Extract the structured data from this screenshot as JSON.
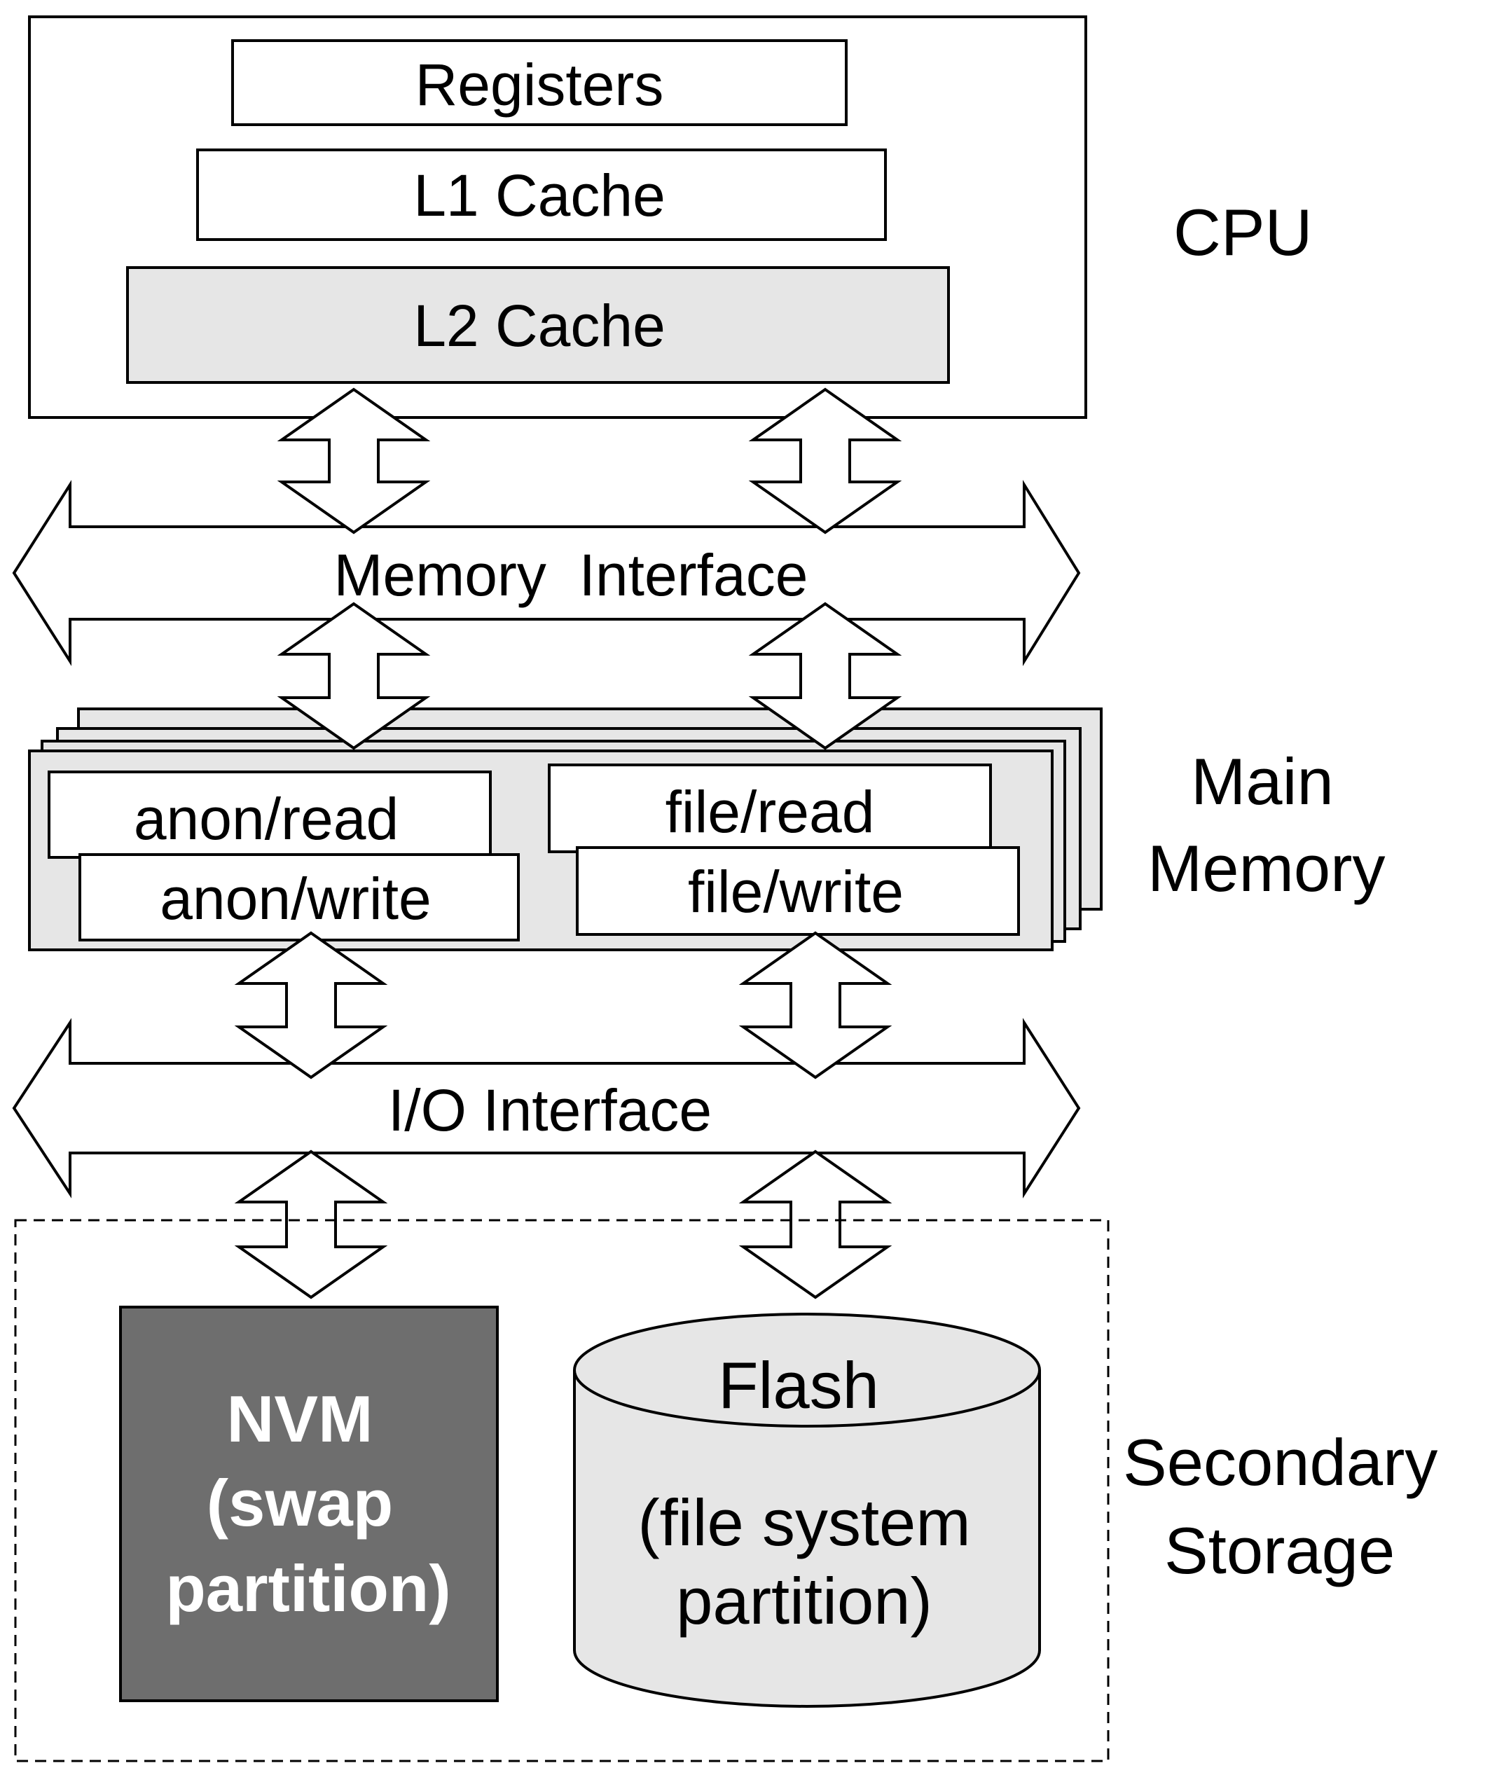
{
  "cpu": {
    "label": "CPU",
    "registers": "Registers",
    "l1": "L1 Cache",
    "l2": "L2 Cache"
  },
  "memory_interface": {
    "label": "Memory  Interface"
  },
  "main_memory": {
    "label_line1": "Main",
    "label_line2": "Memory",
    "anon_read": "anon/read",
    "anon_write": "anon/write",
    "file_read": "file/read",
    "file_write": "file/write"
  },
  "io_interface": {
    "label": "I/O Interface"
  },
  "secondary_storage": {
    "label_line1": "Secondary",
    "label_line2": "Storage",
    "nvm_line1": "NVM",
    "nvm_line2": "(swap",
    "nvm_line3": "partition)",
    "flash_line1": "Flash",
    "flash_line2": "(file system",
    "flash_line3": "partition)"
  },
  "colors": {
    "stroke": "#000000",
    "light_fill": "#e6e6e6",
    "nvm_fill": "#6e6e6e",
    "nvm_text": "#ffffff",
    "page_bg": "#ffffff"
  }
}
